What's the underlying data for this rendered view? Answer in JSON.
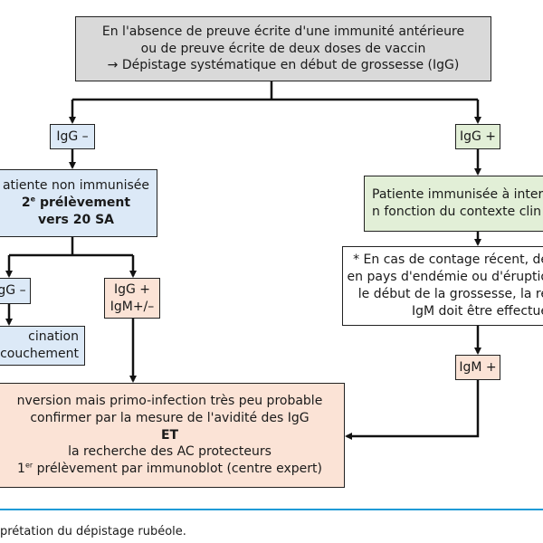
{
  "top": {
    "line1": "En l'absence de preuve écrite d'une immunité antérieure",
    "line2": "ou de preuve écrite de deux doses de vaccin",
    "line3": "→ Dépistage systématique en début de grossesse (IgG)"
  },
  "left": {
    "igg_neg": "IgG –",
    "non_immune": {
      "line1": "atiente non immunisée",
      "line2_sup": "e",
      "line2_num": "2",
      "line2_text": " prélèvement",
      "line3": "vers 20 SA"
    },
    "sub_igg_neg": "gG –",
    "sub_igg_pos_line1": "IgG +",
    "sub_igg_pos_line2": "IgM+/–",
    "vaccination_line1": "cination",
    "vaccination_line2": "couchement"
  },
  "right": {
    "igg_pos": "IgG +",
    "immune_line1": "Patiente immunisée à inter",
    "immune_line2": "n fonction du contexte clin",
    "note_line1": "* En cas de contage récent, de",
    "note_line2": "en pays d'endémie ou d'éruptio",
    "note_line3": "le début de la grossesse, la re",
    "note_line4": "IgM doit être effectué",
    "igm_pos": "IgM +"
  },
  "bottom": {
    "line1": "nversion mais primo-infection très peu probable",
    "line2": "confirmer par la mesure de l'avidité des IgG",
    "line3": "ET",
    "line4": "la recherche des AC protecteurs",
    "line5_num": "1",
    "line5_sup": "er",
    "line5_text": " prélèvement par immunoblot (centre expert)"
  },
  "caption": "prétation du dépistage rubéole.",
  "colors": {
    "grey": "#d9d9d9",
    "blue": "#dce9f7",
    "green": "#e2efd7",
    "peach": "#fbe3d6",
    "rule": "#1f9ad6"
  }
}
